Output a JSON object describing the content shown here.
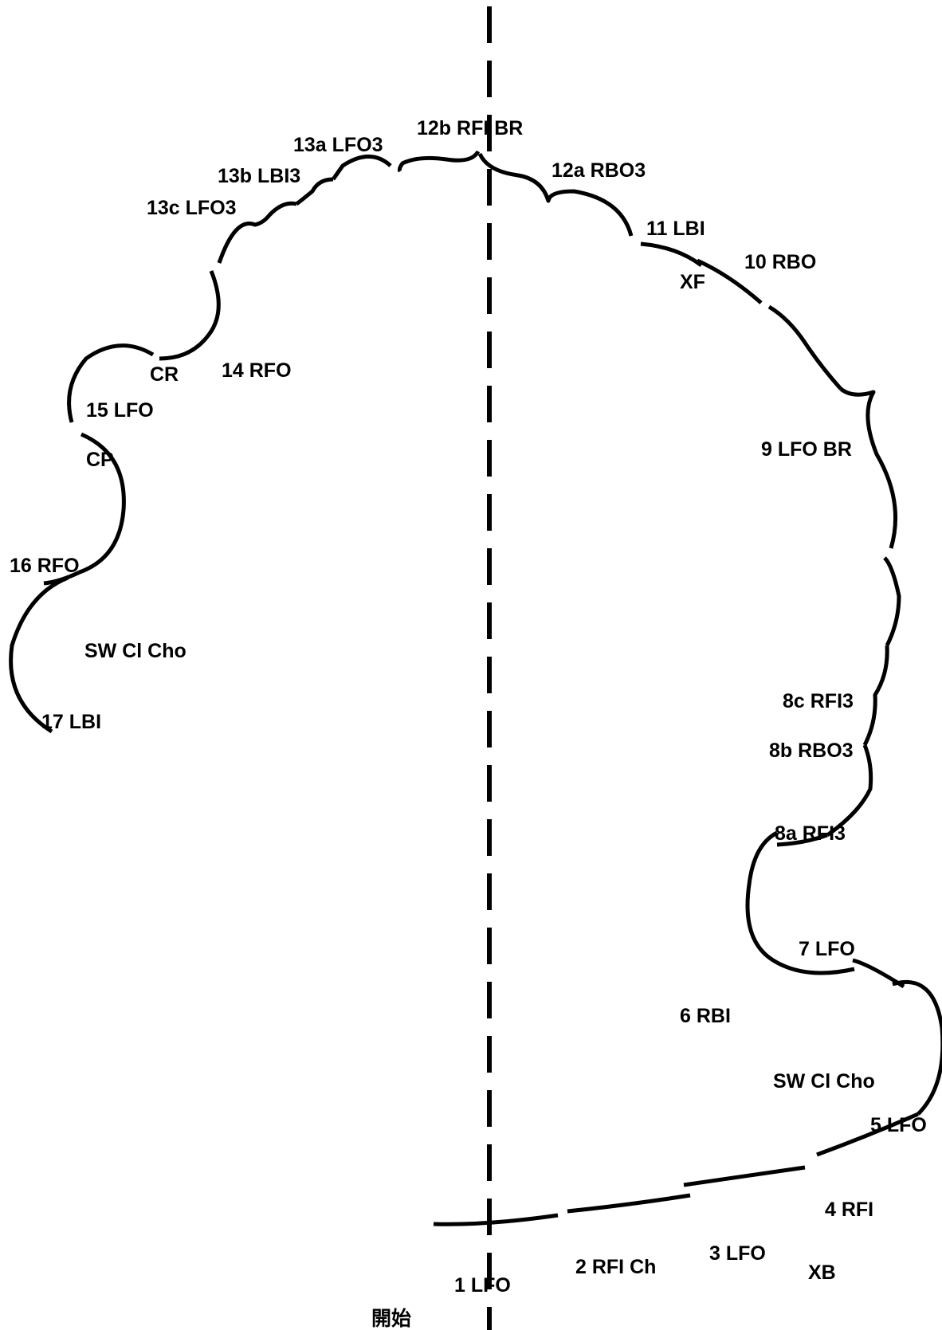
{
  "labels": {
    "start": "開始",
    "l1": "1 LFO",
    "l2": "2 RFI Ch",
    "l3": "3 LFO",
    "xb": "XB",
    "l4": "4 RFI",
    "l5": "5 LFO",
    "sw1": "SW Cl Cho",
    "l6": "6 RBI",
    "l7": "7 LFO",
    "l8a": "8a RFI3",
    "l8b": "8b RBO3",
    "l8c": "8c RFI3",
    "l9": "9 LFO BR",
    "l10": "10 RBO",
    "xf": "XF",
    "l11": "11 LBI",
    "l12a": "12a RBO3",
    "l12b": "12b RFI BR",
    "l13a": "13a LFO3",
    "l13b": "13b LBI3",
    "l13c": "13c LFO3",
    "l14": "14 RFO",
    "cr": "CR",
    "l15": "15 LFO",
    "cp": "CP",
    "l16": "16 RFO",
    "sw2": "SW Cl Cho",
    "l17": "17 LBI"
  }
}
